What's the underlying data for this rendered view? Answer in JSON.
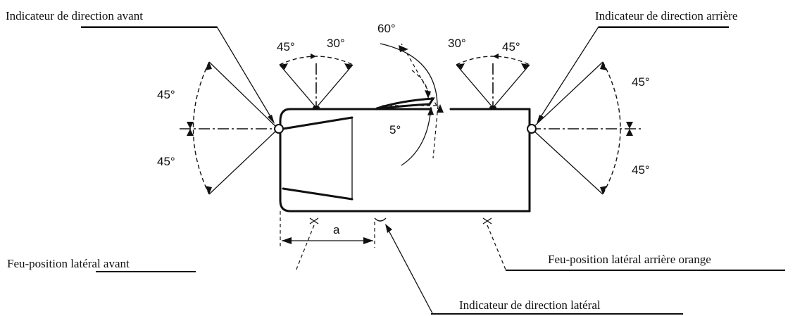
{
  "labels": {
    "front_indicator": "Indicateur de direction avant",
    "rear_indicator": "Indicateur de direction arrière",
    "front_side_marker": "Feu-position latéral avant",
    "rear_side_marker": "Feu-position latéral arrière orange",
    "side_indicator": "Indicateur de direction latéral"
  },
  "angles": {
    "front_upper": "45°",
    "front_lower": "45°",
    "front_side_left": "45°",
    "front_side_right": "30°",
    "mirror": "60°",
    "mirror_small": "5°",
    "rear_side_left": "30°",
    "rear_side_right": "45°",
    "rear_upper": "45°",
    "rear_lower": "45°"
  },
  "dimension": {
    "a": "a"
  }
}
